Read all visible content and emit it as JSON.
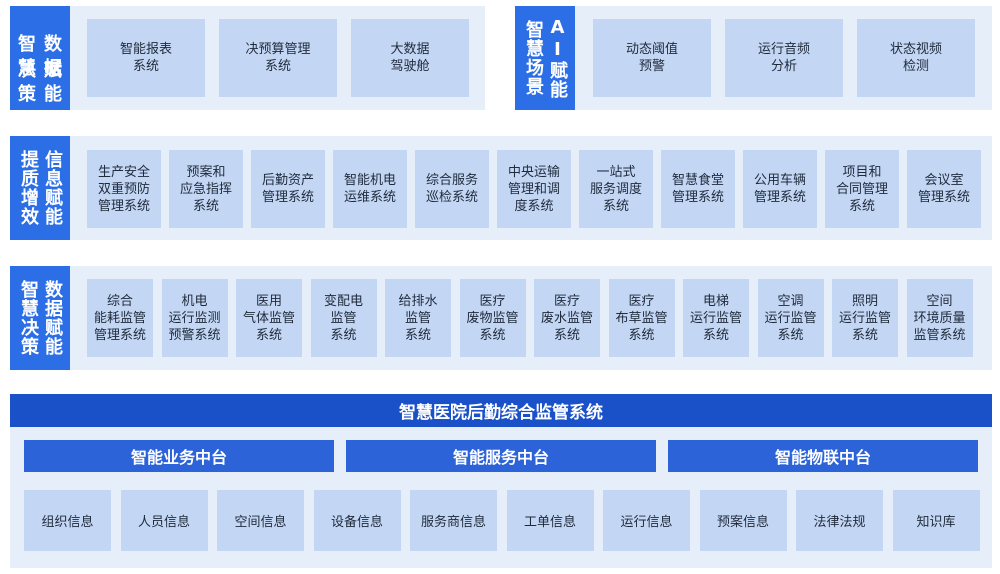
{
  "row1": {
    "left_label": [
      "智慧",
      "数据",
      "决策",
      "赋能"
    ],
    "left_items": [
      "智能报表\n系统",
      "决预算管理\n系统",
      "大数据\n驾驶舱"
    ],
    "right_label_cols": [
      "智慧场景",
      "AI赋能"
    ],
    "right_items": [
      "动态阈值\n预警",
      "运行音频\n分析",
      "状态视频\n检测"
    ]
  },
  "row2": {
    "label_cols": [
      "提质增效",
      "信息赋能"
    ],
    "items": [
      "生产安全\n双重预防\n管理系统",
      "预案和\n应急指挥\n系统",
      "后勤资产\n管理系统",
      "智能机电\n运维系统",
      "综合服务\n巡检系统",
      "中央运输\n管理和调\n度系统",
      "一站式\n服务调度\n系统",
      "智慧食堂\n管理系统",
      "公用车辆\n管理系统",
      "项目和\n合同管理\n系统",
      "会议室\n管理系统"
    ]
  },
  "row3": {
    "label_cols": [
      "智慧决策",
      "数据赋能"
    ],
    "items": [
      "综合\n能耗监管\n管理系统",
      "机电\n运行监测\n预警系统",
      "医用\n气体监管\n系统",
      "变配电\n监管\n系统",
      "给排水\n监管\n系统",
      "医疗\n废物监管\n系统",
      "医疗\n废水监管\n系统",
      "医疗\n布草监管\n系统",
      "电梯\n运行监管\n系统",
      "空调\n运行监管\n系统",
      "照明\n运行监管\n系统",
      "空间\n环境质量\n监管系统"
    ]
  },
  "banner": "智慧医院后勤综合监管系统",
  "platforms": [
    "智能业务中台",
    "智能服务中台",
    "智能物联中台"
  ],
  "infos": [
    "组织信息",
    "人员信息",
    "空间信息",
    "设备信息",
    "服务商信息",
    "工单信息",
    "运行信息",
    "预案信息",
    "法律法规",
    "知识库"
  ]
}
